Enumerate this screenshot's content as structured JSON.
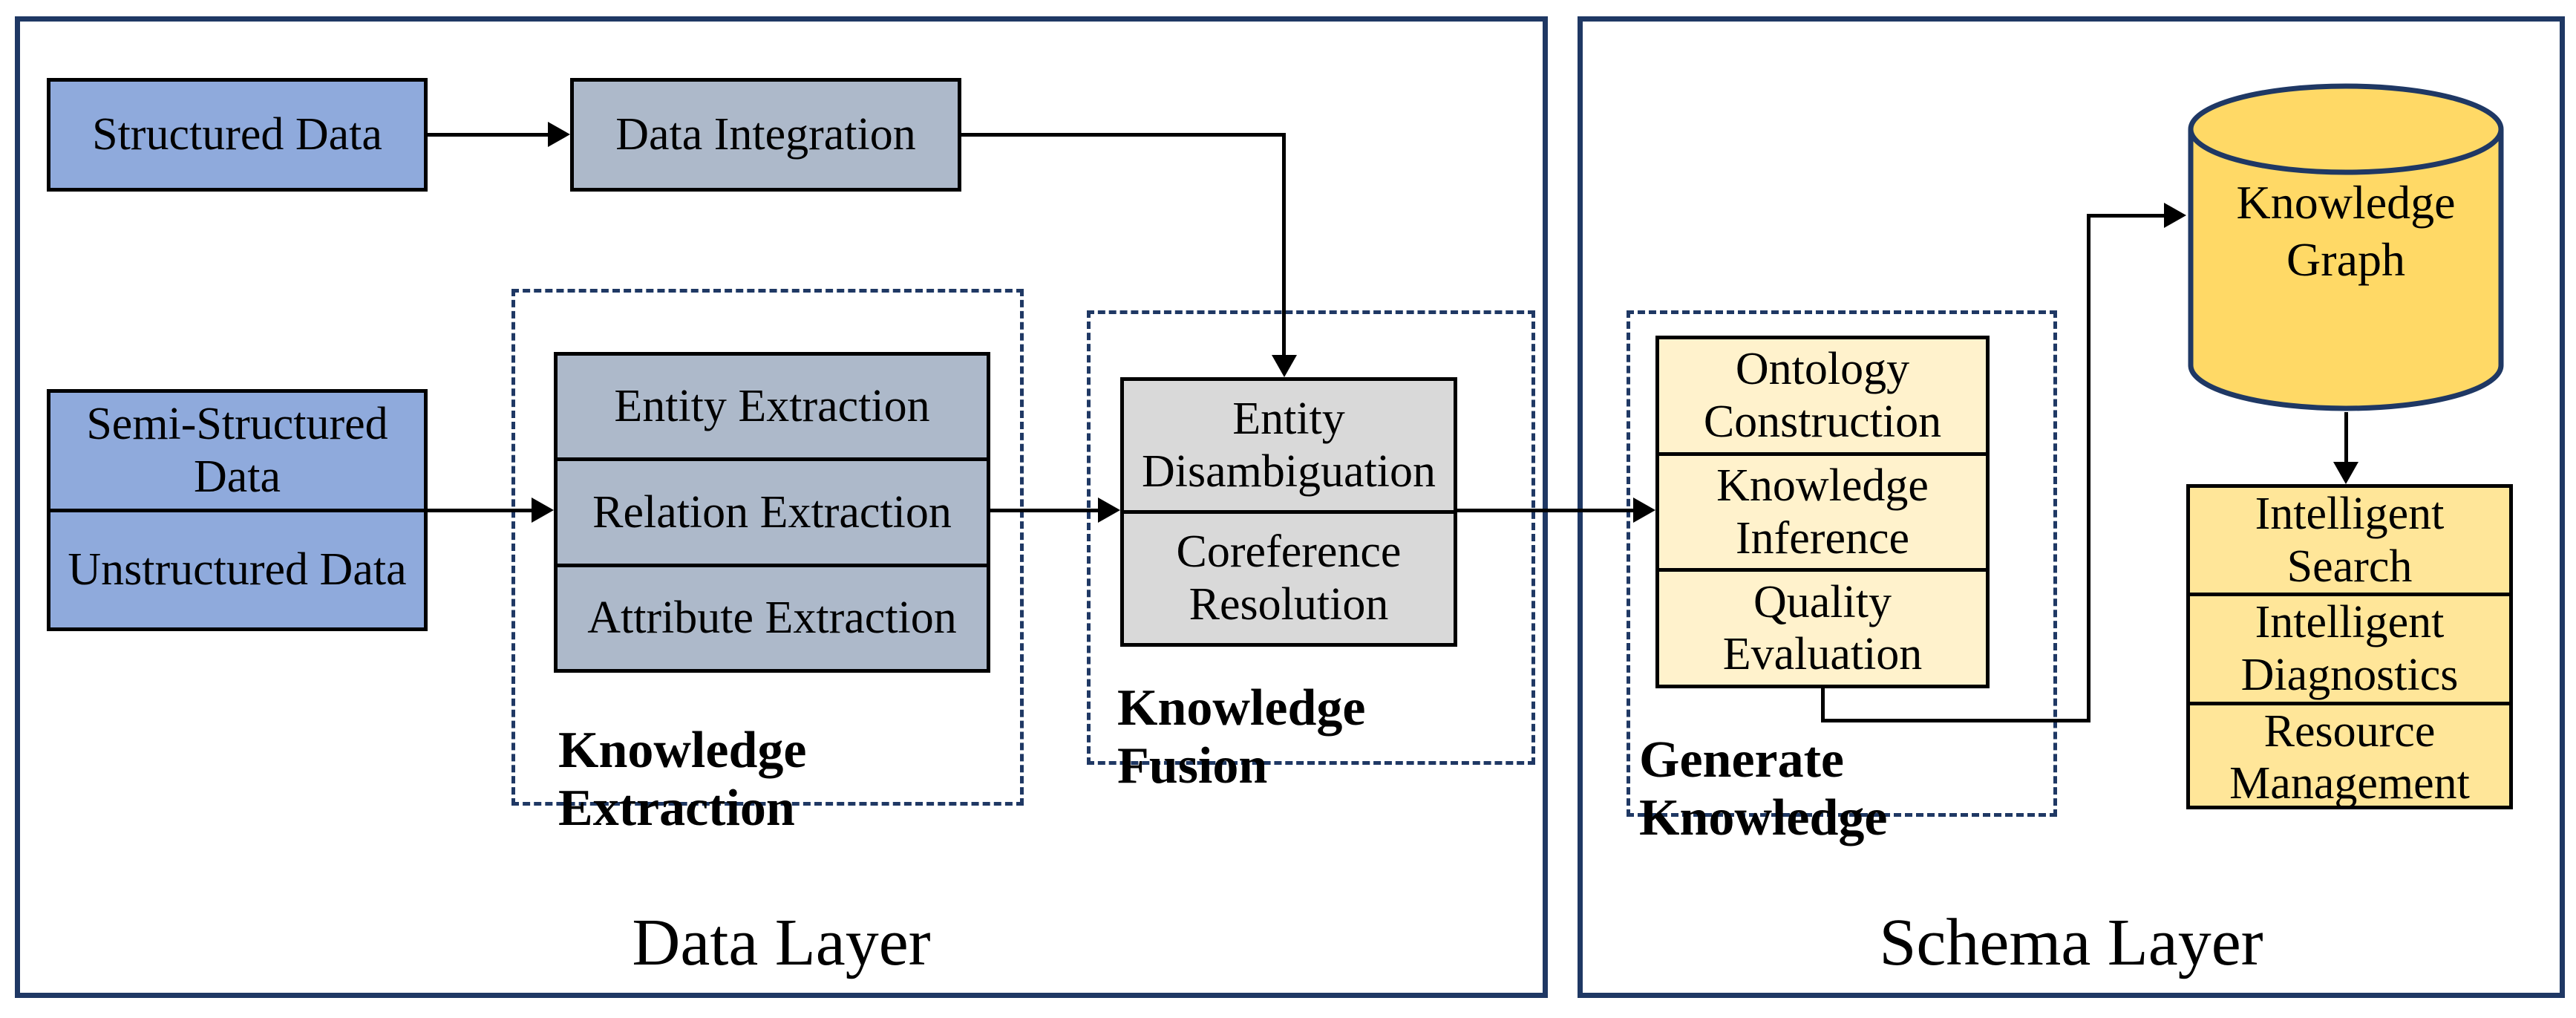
{
  "diagram": {
    "data_layer": {
      "title": "Data Layer",
      "structured_data": "Structured Data",
      "data_integration": "Data Integration",
      "semi_structured": "Semi-Structured Data",
      "unstructured": "Unstructured Data",
      "knowledge_extraction": {
        "label": "Knowledge Extraction",
        "items": [
          "Entity Extraction",
          "Relation Extraction",
          "Attribute Extraction"
        ]
      },
      "knowledge_fusion": {
        "label": "Knowledge Fusion",
        "items": [
          "Entity Disambiguation",
          "Coreference Resolution"
        ]
      }
    },
    "schema_layer": {
      "title": "Schema Layer",
      "generate_knowledge": {
        "label": "Generate Knowledge",
        "items": [
          "Ontology Construction",
          "Knowledge Inference",
          "Quality Evaluation"
        ]
      },
      "knowledge_graph": "Knowledge Graph",
      "applications": [
        "Intelligent Search",
        "Intelligent Diagnostics",
        "Resource Management"
      ]
    },
    "colors": {
      "blue_fill": "#8FAADC",
      "blue_gray_fill": "#ADB9CA",
      "gray_fill": "#D9D9D9",
      "pale_yellow_fill": "#FFF2CC",
      "light_yellow_fill": "#FFE699",
      "gold_fill": "#FFD966",
      "navy_border": "#1F3864",
      "line_color": "#000000"
    }
  }
}
